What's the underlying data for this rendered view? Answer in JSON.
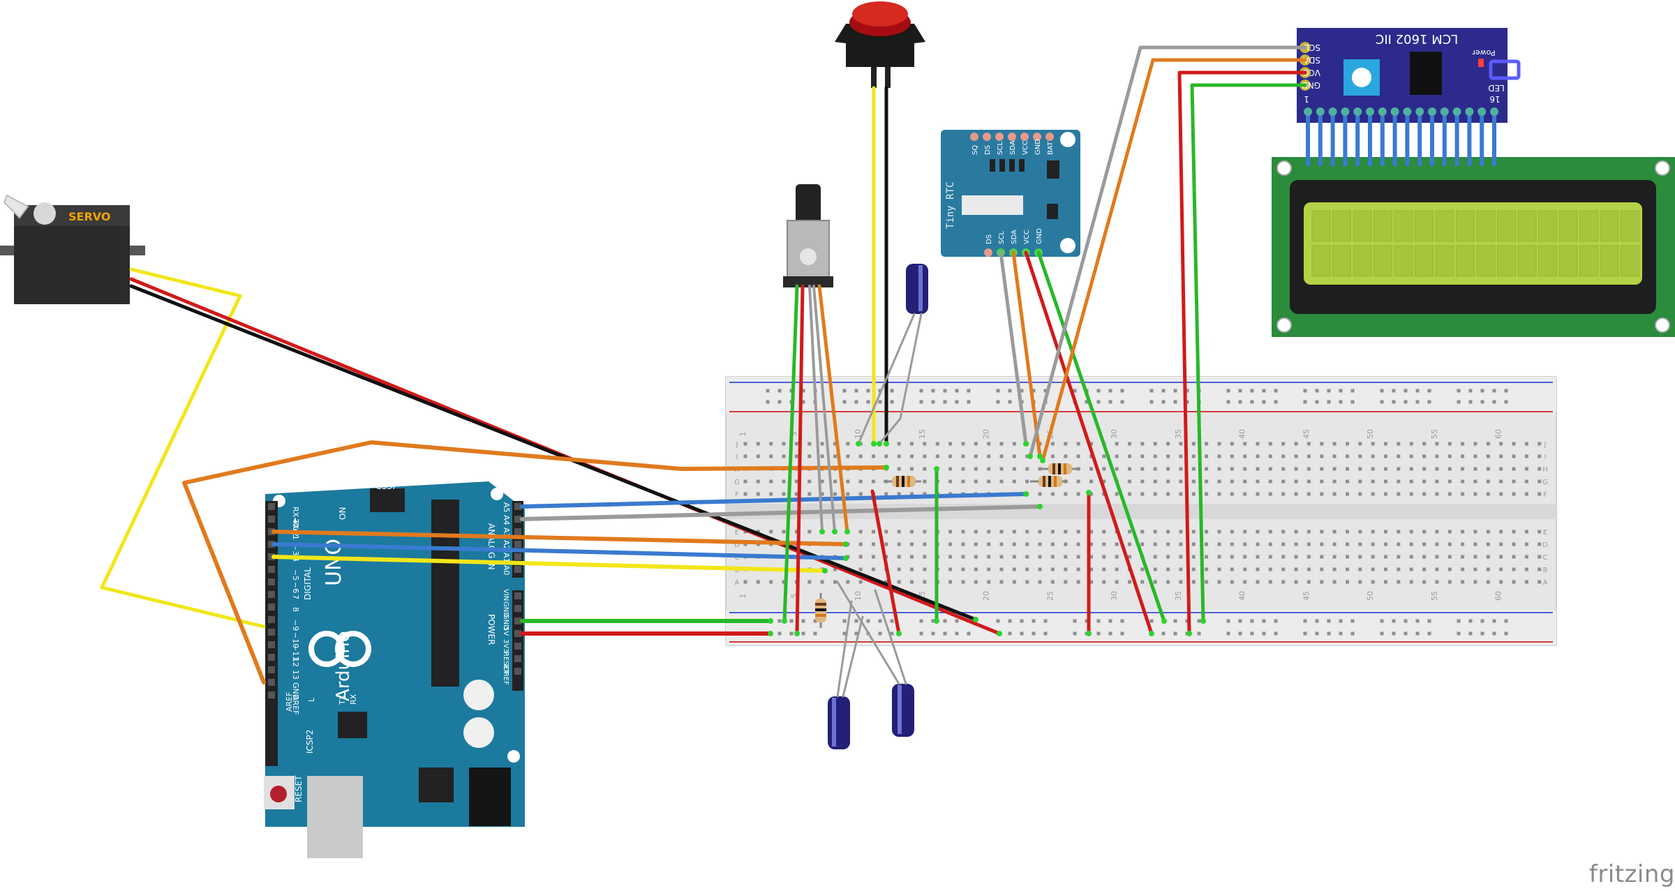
{
  "brand": "fritzing",
  "servo": {
    "label": "SERVO"
  },
  "arduino": {
    "logo": "Arduino",
    "model": "UNO",
    "on": "ON",
    "icsp": "ICSP",
    "icsp2": "ICSP2",
    "reset": "RESET",
    "power": "POWER",
    "digital": "DIGITAL",
    "analog_in": "ANALOG IN",
    "aref": "AREF",
    "led_labels": [
      "L",
      "TX",
      "RX"
    ],
    "analog_pins": [
      "A5",
      "A4",
      "A3",
      "A2",
      "A1",
      "A0"
    ],
    "power_pins": [
      "VIN",
      "GND",
      "GND",
      "5V",
      "3V3",
      "RESET",
      "IOREF"
    ],
    "digital_pins": [
      "RX◄0",
      "TX►1",
      "2",
      "~3",
      "4",
      "~5",
      "~6",
      "7",
      "8",
      "~9",
      "~10",
      "~11",
      "12",
      "13",
      "GND",
      "AREF"
    ]
  },
  "rtc": {
    "title": "Tiny RTC",
    "top_pins": [
      "SQ",
      "DS",
      "SCL",
      "SDA",
      "VCC",
      "GND",
      "BAT"
    ],
    "bottom_pins": [
      "DS",
      "SCL",
      "SDA",
      "VCC",
      "GND"
    ]
  },
  "lcd_i2c": {
    "title": "LCM 1602 IIC",
    "pins": [
      "SCL",
      "SDA",
      "VCC",
      "GND"
    ],
    "power": "Power",
    "led": "LED",
    "p1": "1",
    "p16": "16"
  },
  "breadboard": {
    "top_numbers": [
      "1",
      "5",
      "10",
      "15",
      "20",
      "25",
      "30",
      "35",
      "40",
      "45",
      "50",
      "55",
      "60"
    ],
    "bottom_numbers": [
      "1",
      "5",
      "10",
      "15",
      "20",
      "25",
      "30",
      "35",
      "40",
      "45",
      "50",
      "55",
      "60"
    ],
    "rows_top": [
      "J",
      "I",
      "H",
      "G",
      "F"
    ],
    "rows_bottom": [
      "E",
      "D",
      "C",
      "B",
      "A"
    ]
  },
  "colors": {
    "arduino": "#1b7a9e",
    "rtc": "#2a7aa0",
    "i2c_board": "#2c2a8c",
    "lcd_pcb": "#2b8c3c",
    "lcd_screen": "#b4d247",
    "wire_red": "#d11a1a",
    "wire_green": "#28b828",
    "wire_orange": "#e07a1e",
    "wire_blue": "#3a7ad0",
    "wire_gray": "#9a9a9a",
    "wire_yellow": "#f2e61a",
    "wire_black": "#111111"
  }
}
